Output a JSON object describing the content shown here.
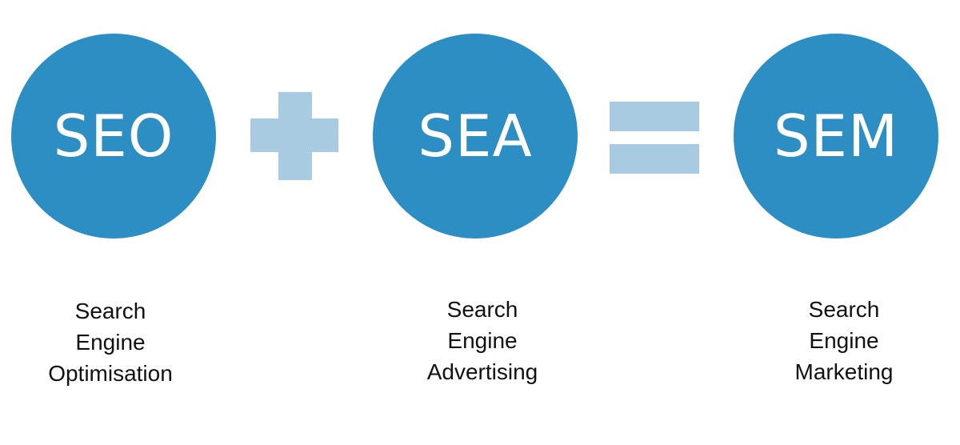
{
  "colors": {
    "circle_fill": "#2d8ec3",
    "operator_fill": "#a9cbe1",
    "circle_text": "#ffffff",
    "caption_text": "#111111"
  },
  "circles": [
    {
      "label": "SEO"
    },
    {
      "label": "SEA"
    },
    {
      "label": "SEM"
    }
  ],
  "operators": {
    "first": "plus-icon",
    "second": "equals-icon"
  },
  "captions": [
    {
      "lines": [
        "Search",
        "Engine",
        "Optimisation"
      ]
    },
    {
      "lines": [
        "Search",
        "Engine",
        "Advertising"
      ]
    },
    {
      "lines": [
        "Search",
        "Engine",
        "Marketing"
      ]
    }
  ]
}
